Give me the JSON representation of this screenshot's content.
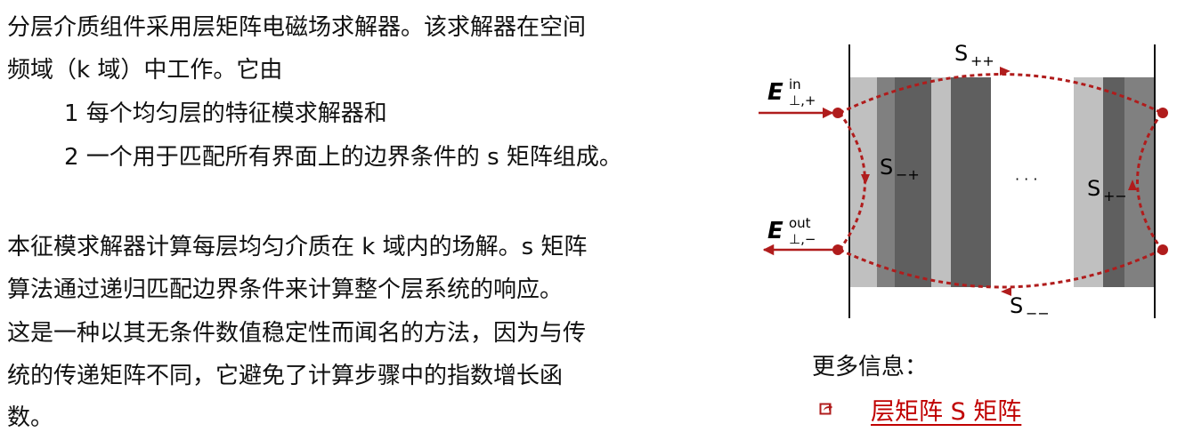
{
  "paragraph1": {
    "lines": [
      "分层介质组件采用层矩阵电磁场求解器。该求解器在空间",
      "频域（k 域）中工作。它由"
    ],
    "items": [
      "1 每个均匀层的特征模求解器和",
      "2 一个用于匹配所有界面上的边界条件的 s 矩阵组成。"
    ]
  },
  "paragraph2": {
    "lines": [
      "本征模求解器计算每层均匀介质在 k 域内的场解。s 矩阵",
      "算法通过递归匹配边界条件来计算整个层系统的响应。",
      "这是一种以其无条件数值稳定性而闻名的方法，因为与传",
      "统的传递矩阵不同，它避免了计算步骤中的指数增长函",
      "数。"
    ]
  },
  "diagram": {
    "e_in": {
      "base": "E",
      "sup": "in",
      "sub": "⊥,+"
    },
    "e_out": {
      "base": "E",
      "sup": "out",
      "sub": "⊥,−"
    },
    "s_pp": {
      "base": "S",
      "sub": "++"
    },
    "s_mp": {
      "base": "S",
      "sub": "−+"
    },
    "s_pm": {
      "base": "S",
      "sub": "+−"
    },
    "s_mm": {
      "base": "S",
      "sub": "−−"
    },
    "ellipsis": "· · ·",
    "accent_color": "#b01c1c"
  },
  "more_info": {
    "label": "更多信息：",
    "link_label": "层矩阵 S 矩阵",
    "link_icon": "external-link-icon",
    "link_color": "#c00000"
  }
}
